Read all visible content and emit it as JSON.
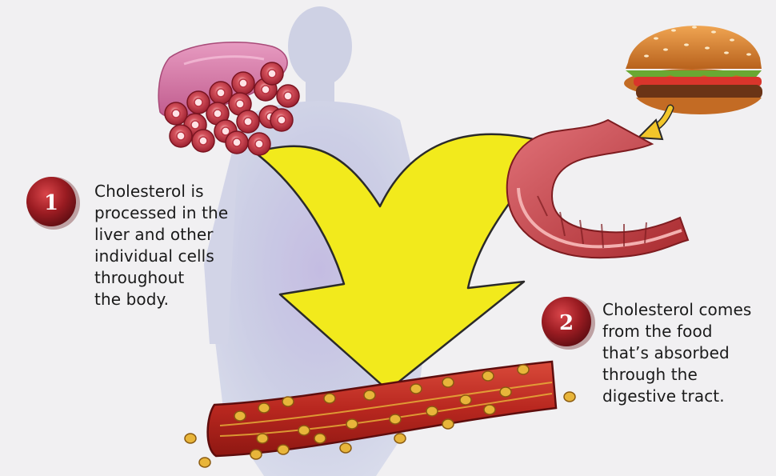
{
  "steps": [
    {
      "number": "1",
      "lines": [
        "Cholesterol is",
        "processed in the",
        "liver and other",
        "individual cells",
        "throughout",
        "the body."
      ]
    },
    {
      "number": "2",
      "lines": [
        "Cholesterol comes",
        "from the food",
        "that’s absorbed",
        "through the",
        "digestive tract."
      ]
    }
  ],
  "icons": {
    "liver": "liver-icon",
    "cells": "cells-icon",
    "burger": "hamburger-icon",
    "intestine": "intestine-icon",
    "artery": "artery-icon",
    "arrow": "merging-arrow-icon",
    "body": "human-silhouette-icon"
  },
  "colors": {
    "background": "#f1f0f2",
    "arrow": "#f2ea1c",
    "badge": "#8a1a1f",
    "artery": "#c8312c",
    "plaque": "#e8b53a",
    "liver": "#d87aa8",
    "text": "#1a1a1a"
  }
}
